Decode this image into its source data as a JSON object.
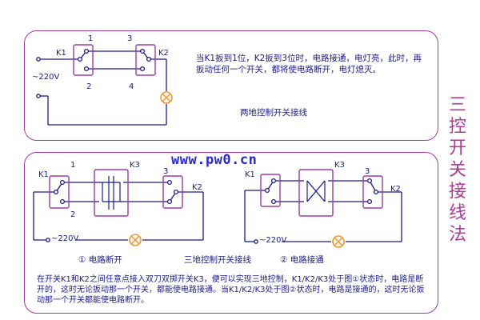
{
  "title": "三控开关接线法",
  "watermark": "www.pw0.cn",
  "colors": {
    "wire": "#1b1b8a",
    "box": "#a23aa8",
    "lamp": "#e89a3c",
    "title": "#b23a9a"
  },
  "top_diagram": {
    "switch_labels": [
      "K1",
      "K2"
    ],
    "terminals": [
      "1",
      "2",
      "3",
      "4"
    ],
    "voltage": "~220V",
    "description": "当K1扳到1位，K2扳到3位时，电路接通，电灯亮，此时，再扳动任何一个开关，都将使电路断开，电灯熄灭。",
    "caption": "两地控制开关接线"
  },
  "bottom_diagram": {
    "left": {
      "labels": [
        "K1",
        "K3",
        "K2"
      ],
      "terminals": [
        "1",
        "2",
        "3"
      ],
      "voltage": "~220V",
      "state": "① 电路断开"
    },
    "right": {
      "labels": [
        "K1",
        "K3",
        "K2"
      ],
      "terminals": [
        "3"
      ],
      "voltage": "~220V",
      "state": "② 电路接通"
    },
    "caption": "三地控制开关接线",
    "description": "在开关K1和K2之间任意点接入双刀双掷开关K3，便可以实现三地控制，K1/K2/K3处于图①状态时，电路是断开的，这时无论扳动那一个开关，都能使电路接通。当K1/K2/K3处于图②状态时，电路是接通的，这时无论扳动那一个开关都能使电路断开。"
  }
}
